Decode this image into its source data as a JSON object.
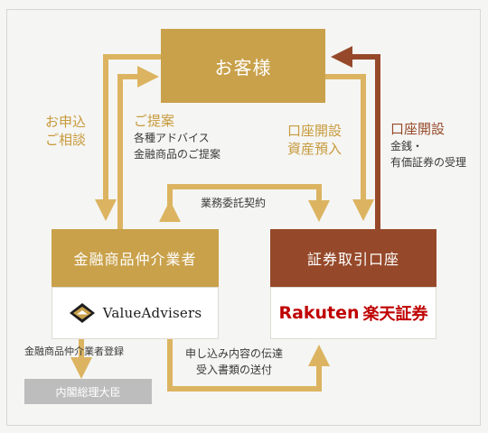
{
  "nodes": {
    "customer": "お客様",
    "broker": "金融商品仲介業者",
    "account": "証券取引口座",
    "cabinet": "内閣総理大臣"
  },
  "logos": {
    "valueadvisers": "ValueAdvisers",
    "rakuten": "Rakuten",
    "rakuten_jp": "楽天証券"
  },
  "edges": {
    "apply_title_1": "お申込",
    "apply_title_2": "ご相談",
    "proposal_title": "ご提案",
    "proposal_line_1": "各種アドバイス",
    "proposal_line_2": "金融商品のご提案",
    "open_deposit_1": "口座開設",
    "open_deposit_2": "資産預入",
    "open_title": "口座開設",
    "open_line_1": "金銭・",
    "open_line_2": "有価証券の受理",
    "contract": "業務委託契約",
    "registration": "金融商品仲介業者登録",
    "transmit_1": "申し込み内容の伝達",
    "transmit_2": "受入書類の送付"
  },
  "colors": {
    "gold": "#c9a14a",
    "brown": "#96492a",
    "gray": "#bdbdbd",
    "background": "#f5f5f3"
  }
}
